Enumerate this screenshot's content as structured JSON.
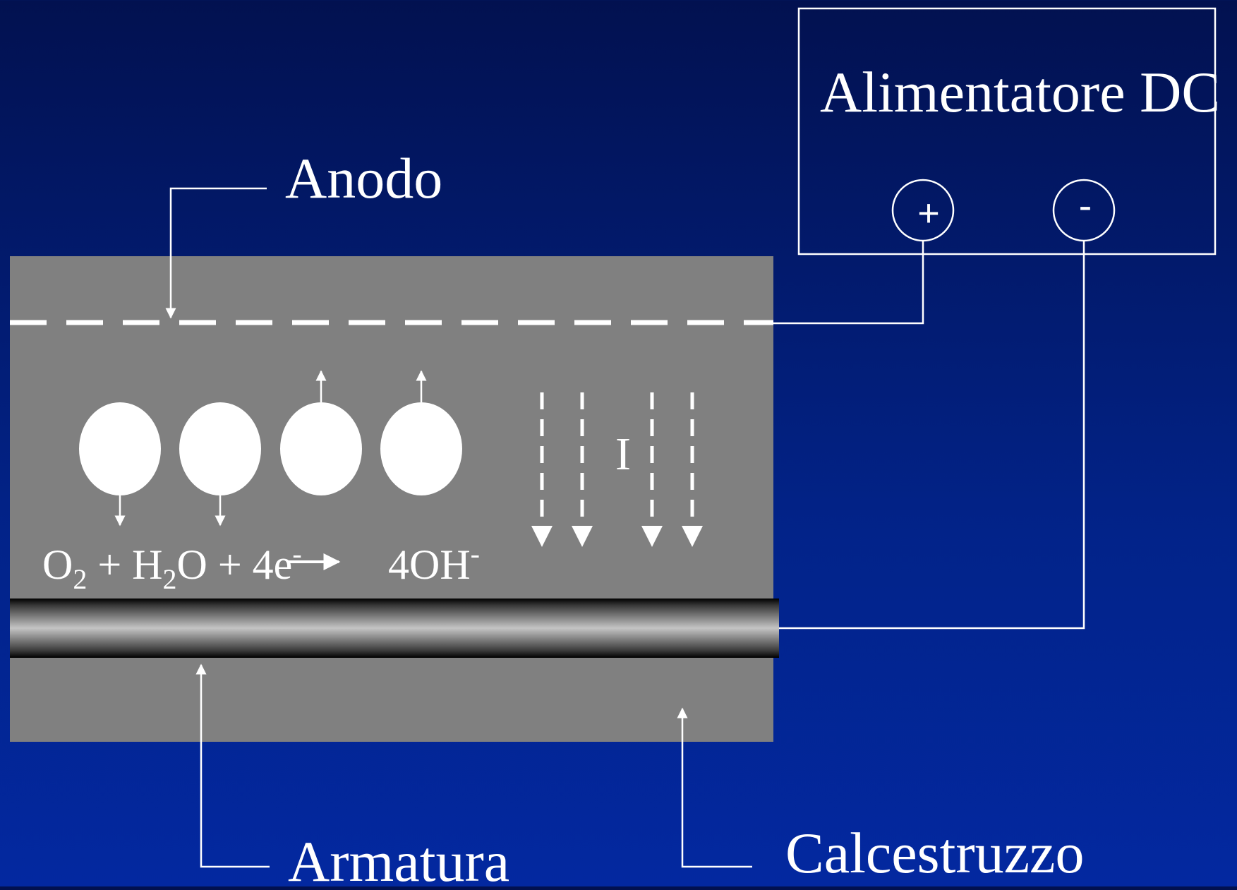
{
  "labels": {
    "power_supply": "Alimentatore DC",
    "plus": "+",
    "minus": "-",
    "anode": "Anodo",
    "reinforcement": "Armatura",
    "concrete": "Calcestruzzo",
    "current": "I"
  },
  "reaction": {
    "o": "O",
    "o_sub": "2",
    "plus1": " + H",
    "h_sub": "2",
    "rest": "O + 4e",
    "e_sup": "-",
    "product": "4OH",
    "product_sup": "-"
  },
  "colors": {
    "background_top": "#021150",
    "background_bottom": "#0328a0",
    "concrete": "#808080",
    "lines": "#ffffff"
  }
}
